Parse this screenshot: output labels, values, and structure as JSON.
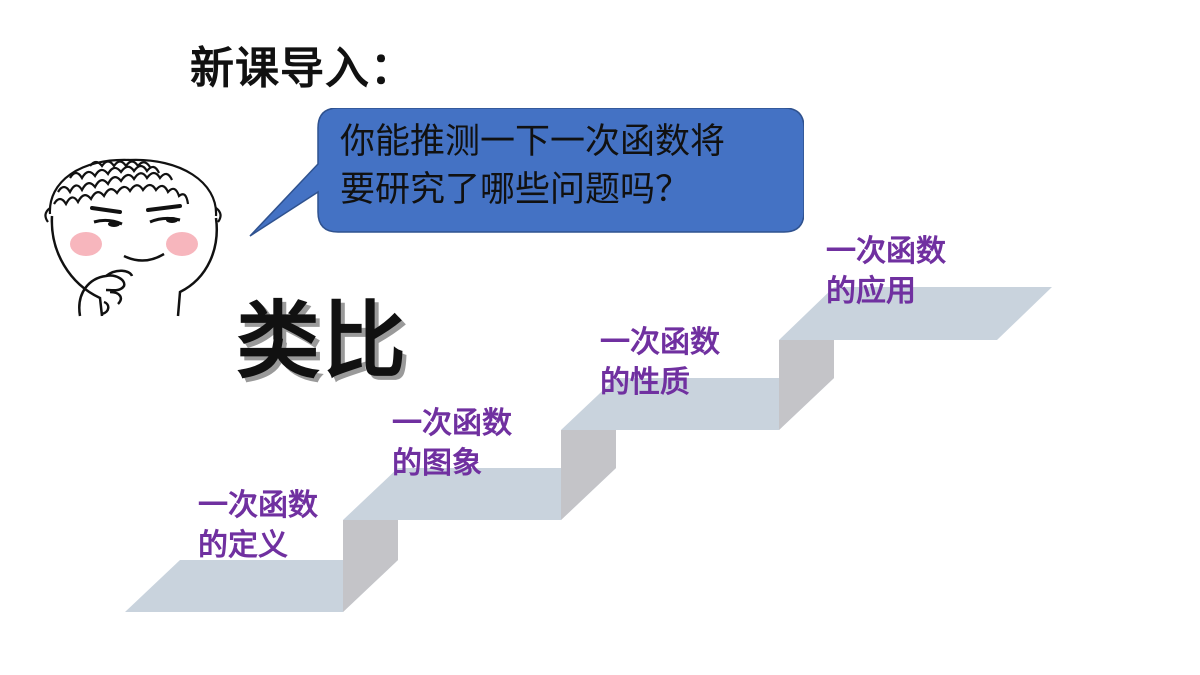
{
  "slide": {
    "title": "新课导入：",
    "bubble": {
      "line1": "你能推测一下一次函数将",
      "line2": "要研究了哪些问题吗？",
      "fill": "#4472c4"
    },
    "keyword": "类比",
    "steps": [
      {
        "line1": "一次函数",
        "line2": "的定义"
      },
      {
        "line1": "一次函数",
        "line2": "的图象"
      },
      {
        "line1": "一次函数",
        "line2": "的性质"
      },
      {
        "line1": "一次函数",
        "line2": "的应用"
      }
    ],
    "colors": {
      "step_label": "#7030a0",
      "tread": "#c9d3dd",
      "riser": "#c4c4c8"
    },
    "icons": {
      "avatar": "thinking-face-icon"
    }
  }
}
